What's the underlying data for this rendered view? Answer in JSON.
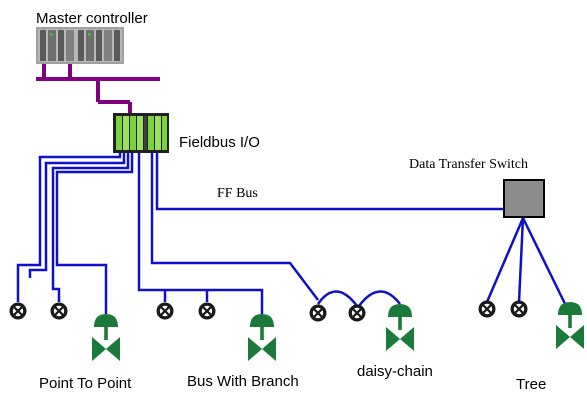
{
  "colors": {
    "bus_blue": "#1010c8",
    "plc_bus_purple": "#800080",
    "valve_green": "#1a7a3a",
    "switch_gray": "#8c8c8c",
    "io_green": "#7cd23c"
  },
  "labels": {
    "master_controller": "Master controller",
    "fieldbus_io": "Fieldbus I/O",
    "ff_bus": "FF Bus",
    "data_transfer_switch": "Data Transfer Switch",
    "point_to_point": "Point To Point",
    "bus_with_branch": "Bus With Branch",
    "daisy_chain": "daisy-chain",
    "tree": "Tree"
  },
  "icons": {
    "transmitter": "circle-cross-instrument-icon",
    "valve": "control-valve-icon",
    "plc": "plc-rack-icon",
    "switch": "switch-box-icon"
  }
}
